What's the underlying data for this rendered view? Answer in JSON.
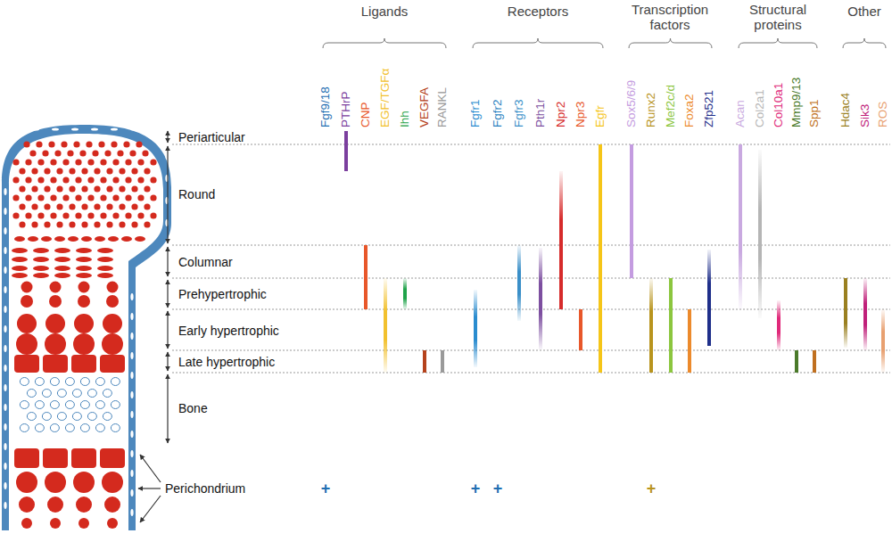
{
  "diagram": {
    "labels": [
      "Ligands",
      "Receptors",
      "Transcription factors",
      "Structural proteins",
      "Other",
      "Fgf9/18",
      "PTHrP",
      "CNP",
      "EGF/TGFα",
      "Ihh",
      "VEGFA",
      "RANKL",
      "Fgfr1",
      "Fgfr2",
      "Fgfr3",
      "Pth1r",
      "Npr2",
      "Npr3",
      "Egfr",
      "Sox5/6/9",
      "Runx2",
      "Mef2c/d",
      "Foxa2",
      "Zfp521",
      "Acan",
      "Col2a1",
      "Col10a1",
      "Mmp9/13",
      "Spp1",
      "Hdac4",
      "Sik3",
      "ROS",
      "Periarticular",
      "Round",
      "Columnar",
      "Prehypertrophic",
      "Early hypertrophic",
      "Late hypertrophic",
      "Bone",
      "Perichondrium",
      "+",
      "+",
      "+",
      "+"
    ]
  }
}
